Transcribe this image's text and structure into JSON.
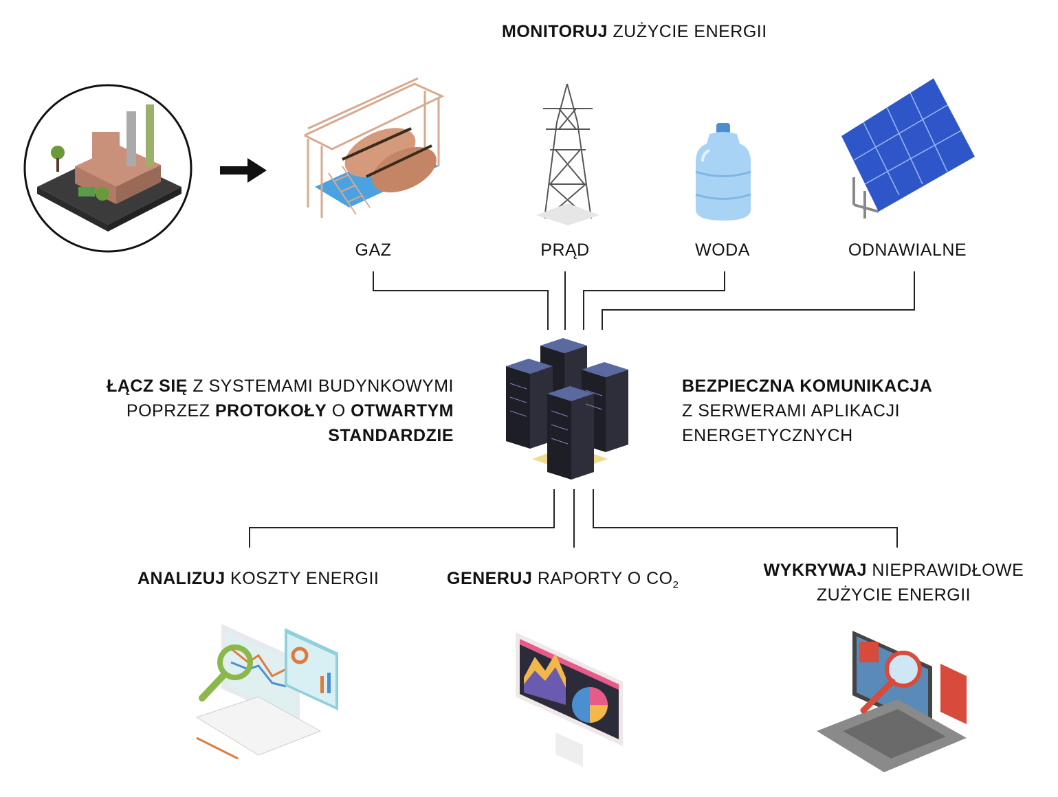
{
  "title": {
    "bold": "MONITORUJ",
    "rest": " ZUŻYCIE ENERGII"
  },
  "sources": [
    {
      "label": "GAZ"
    },
    {
      "label": "PRĄD"
    },
    {
      "label": "WODA"
    },
    {
      "label": "ODNAWIALNE"
    }
  ],
  "left_text": {
    "line1_bold": "ŁĄCZ SIĘ",
    "line1_rest": " Z SYSTEMAMI BUDYNKOWYMI",
    "line2_pre": "POPRZEZ ",
    "line2_bold1": "PROTOKOŁY",
    "line2_mid": " O ",
    "line2_bold2": "OTWARTYM",
    "line3_bold": "STANDARDZIE"
  },
  "right_text": {
    "line1_bold": "BEZPIECZNA KOMUNIKACJA",
    "line2": "Z SERWERAMI APLIKACJI",
    "line3": "ENERGETYCZNYCH"
  },
  "outputs": {
    "analyze": {
      "bold": "ANALIZUJ",
      "rest": " KOSZTY ENERGII"
    },
    "generate": {
      "bold": "GENERUJ",
      "rest": " RAPORTY O CO",
      "sub": "2"
    },
    "detect": {
      "bold": "WYKRYWAJ",
      "rest": " NIEPRAWIDŁOWE",
      "line2": "ZUŻYCIE ENERGII"
    }
  },
  "icons": {
    "factory": "factory-icon",
    "arrow": "arrow-right-icon",
    "gas": "gas-tanks-icon",
    "power": "power-pylon-icon",
    "water": "water-bottle-icon",
    "solar": "solar-panel-icon",
    "servers": "server-rack-icon",
    "analyze": "analytics-monitor-icon",
    "report": "report-monitor-icon",
    "detect": "laptop-magnifier-icon"
  },
  "colors": {
    "line": "#222222",
    "text": "#111111"
  }
}
